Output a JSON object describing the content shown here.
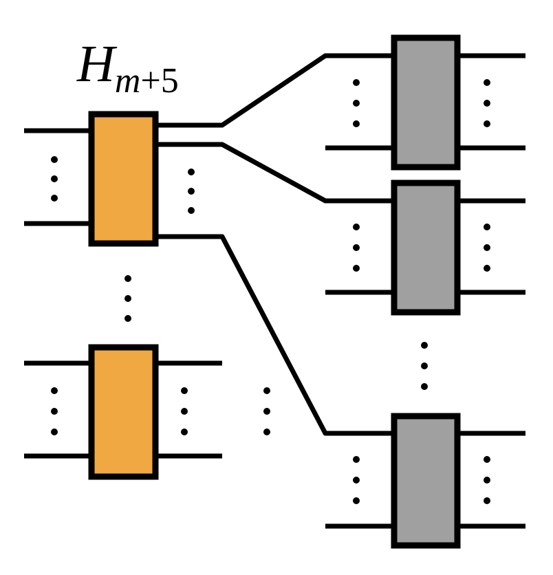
{
  "label": {
    "main": "H",
    "sub_var": "m",
    "sub_rest": "+5"
  },
  "colors": {
    "orange_gate": "#F0A843",
    "gray_gate": "#A0A0A0",
    "wire": "#000000"
  },
  "gates": {
    "left_column": [
      "orange",
      "orange"
    ],
    "right_column": [
      "gray",
      "gray",
      "gray"
    ]
  }
}
